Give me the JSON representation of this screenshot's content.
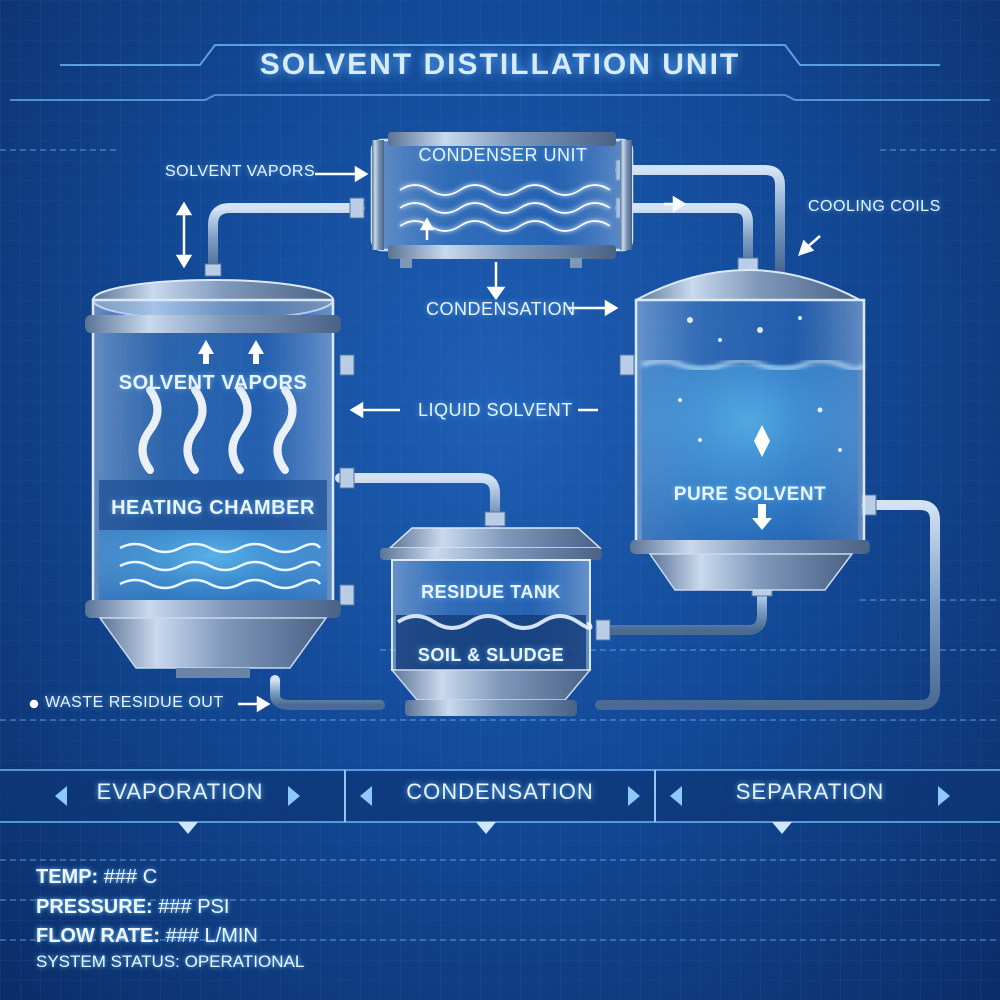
{
  "title": "SOLVENT DISTILLATION UNIT",
  "labels": {
    "solvent_vapors_top": "SOLVENT VAPORS",
    "condenser_unit": "CONDENSER UNIT",
    "cooling_coils": "COOLING COILS",
    "condensation": "CONDENSATION",
    "solvent_vapors_inside": "SOLVENT VAPORS",
    "liquid_solvent": "LIQUID SOLVENT",
    "heating_chamber": "HEATING CHAMBER",
    "pure_solvent": "PURE SOLVENT",
    "residue_tank": "RESIDUE TANK",
    "soil_sludge": "SOIL & SLUDGE",
    "waste_residue_out": "WASTE RESIDUE OUT"
  },
  "stages": [
    "EVAPORATION",
    "CONDENSATION",
    "SEPARATION"
  ],
  "status": {
    "temp_label": "TEMP:",
    "temp_value": "### C",
    "pressure_label": "PRESSURE:",
    "pressure_value": "### PSI",
    "flow_label": "FLOW RATE:",
    "flow_value": "### L/MIN",
    "system_label": "SYSTEM STATUS:",
    "system_value": "OPERATIONAL"
  },
  "colors": {
    "background": "#134a98",
    "glow": "#7fd0ff",
    "metal": "#9fb6d3",
    "text": "#eaf4ff"
  }
}
